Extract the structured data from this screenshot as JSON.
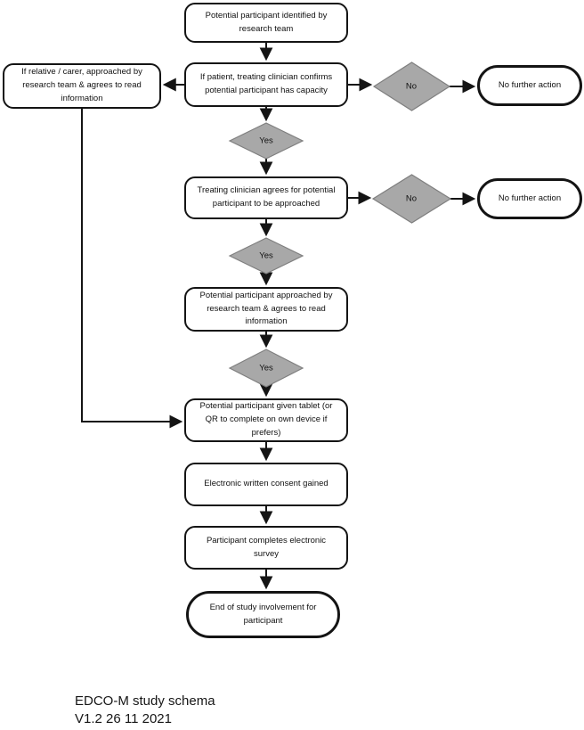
{
  "diagram": {
    "title": "EDCO-M study schema flowchart",
    "nodes": {
      "start": {
        "label": "Potential participant identified by research team"
      },
      "relative": {
        "label": "If relative / carer, approached by research team & agrees to read information"
      },
      "capacity": {
        "label": "If patient, treating clinician confirms potential participant has capacity"
      },
      "decision1": {
        "label": "No"
      },
      "noaction1": {
        "label": "No further action"
      },
      "yes1": {
        "label": "Yes"
      },
      "agrees": {
        "label": "Treating clinician agrees for potential participant to be approached"
      },
      "decision2": {
        "label": "No"
      },
      "noaction2": {
        "label": "No further action"
      },
      "yes2": {
        "label": "Yes"
      },
      "approached": {
        "label": "Potential participant approached by research team & agrees to read information"
      },
      "yes3": {
        "label": "Yes"
      },
      "tablet": {
        "label": "Potential participant given tablet (or QR to complete on own device if prefers)"
      },
      "consent": {
        "label": "Electronic written consent gained"
      },
      "survey": {
        "label": "Participant completes electronic survey"
      },
      "end": {
        "label": "End of study involvement for participant"
      }
    },
    "caption": {
      "line1": "EDCO-M study schema",
      "line2": "V1.2 26 11 2021"
    },
    "colors": {
      "diamond_fill": "#a8a8a8",
      "diamond_stroke": "#7f7f7f",
      "line": "#141414",
      "box_background": "#ffffff"
    }
  }
}
